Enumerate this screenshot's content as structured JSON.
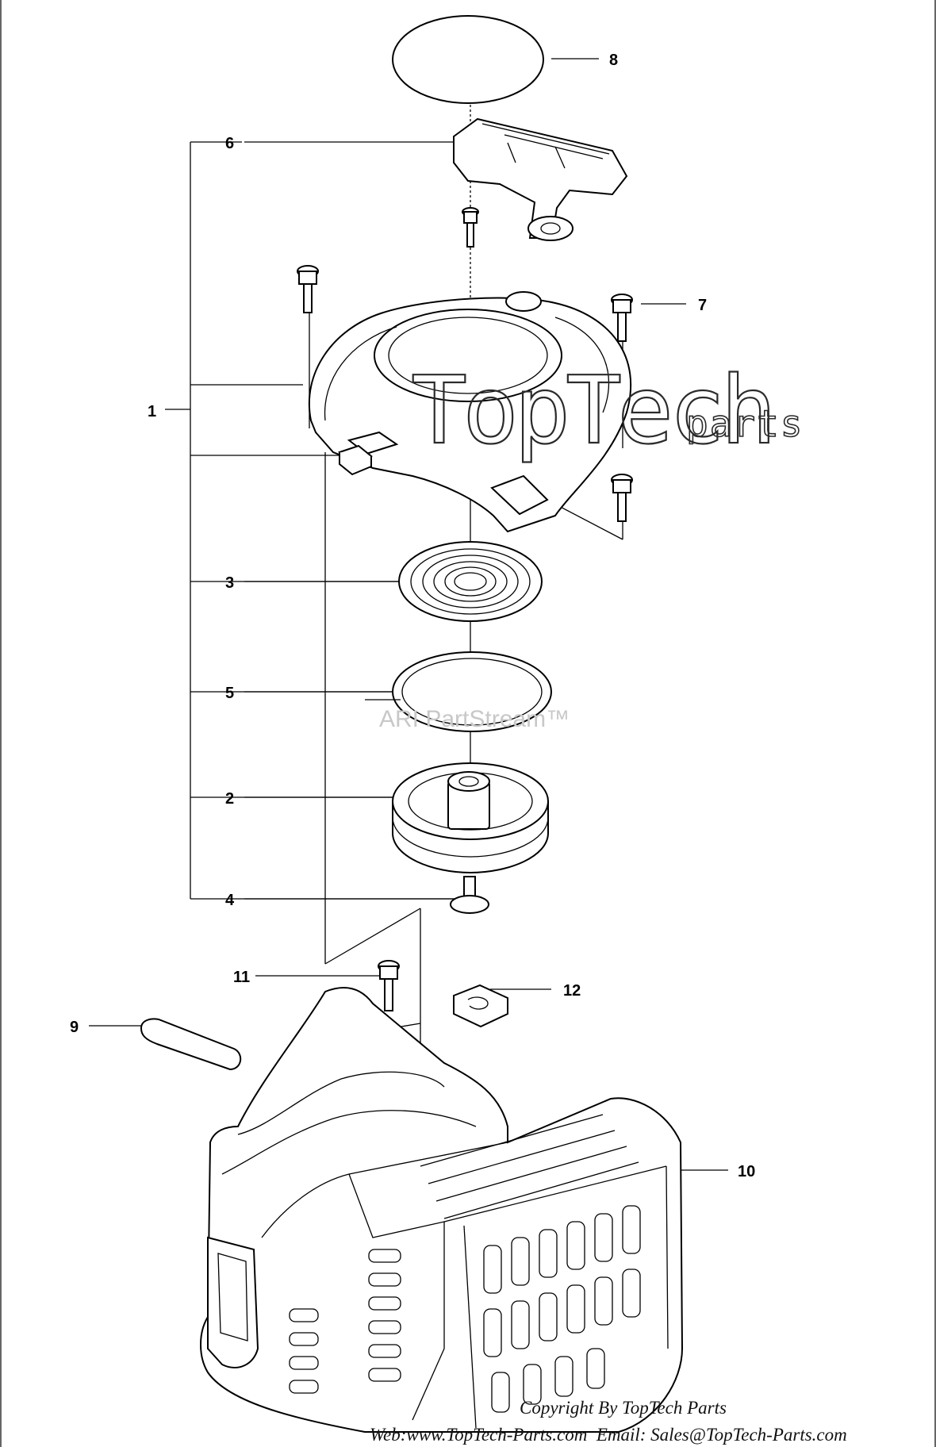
{
  "watermark": {
    "brand_main": "TopTech",
    "brand_suffix": "parts",
    "secondary": "ARI PartStream™"
  },
  "callouts": [
    {
      "id": "1",
      "label": "1"
    },
    {
      "id": "2",
      "label": "2"
    },
    {
      "id": "3",
      "label": "3"
    },
    {
      "id": "4",
      "label": "4"
    },
    {
      "id": "5",
      "label": "5"
    },
    {
      "id": "6",
      "label": "6"
    },
    {
      "id": "7",
      "label": "7"
    },
    {
      "id": "8",
      "label": "8"
    },
    {
      "id": "9",
      "label": "9"
    },
    {
      "id": "10",
      "label": "10"
    },
    {
      "id": "11",
      "label": "11"
    },
    {
      "id": "12",
      "label": "12"
    }
  ],
  "footer": {
    "copyright": "Copyright By TopTech Parts",
    "contact": "Web:www.TopTech-Parts.com  Email: Sales@TopTech-Parts.com"
  }
}
